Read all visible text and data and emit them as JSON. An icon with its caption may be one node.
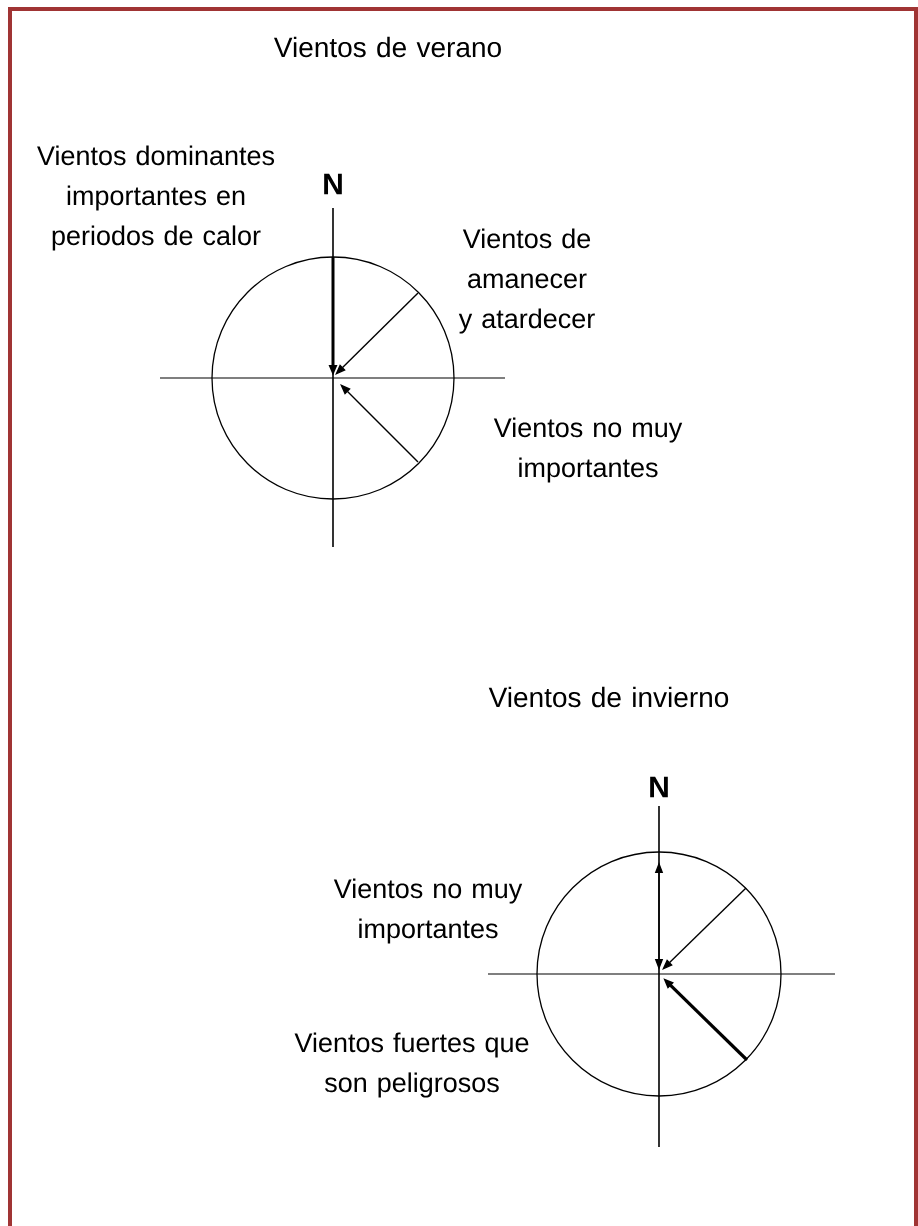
{
  "diagram": {
    "labels": [
      "Vientos de verano",
      "Vientos dominantes importantes en periodos de calor",
      "N",
      "Vientos de amanecer y atardecer",
      "Vientos no muy importantes",
      "Vientos de invierno",
      "N",
      "Vientos no muy importantes",
      "Vientos fuertes que son peligrosos"
    ]
  }
}
